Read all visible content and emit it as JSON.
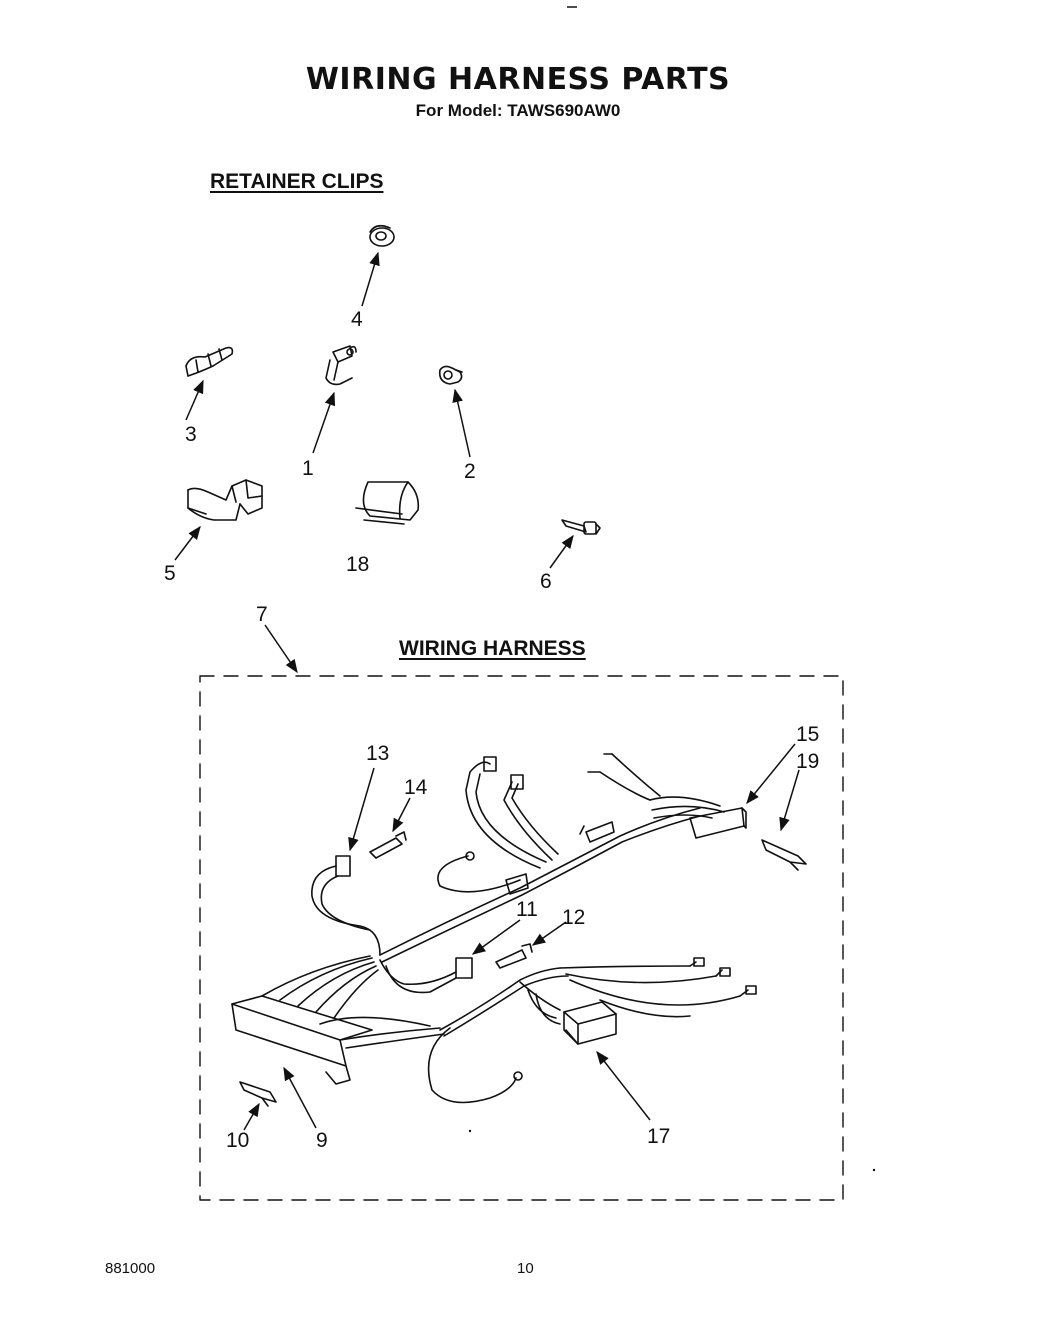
{
  "header": {
    "title": "WIRING HARNESS PARTS",
    "subtitle": "For Model: TAWS690AW0"
  },
  "sections": {
    "retainer_clips": "RETAINER CLIPS",
    "wiring_harness": "WIRING HARNESS"
  },
  "callouts": {
    "c1": "1",
    "c2": "2",
    "c3": "3",
    "c4": "4",
    "c5": "5",
    "c6": "6",
    "c7": "7",
    "c9": "9",
    "c10": "10",
    "c11": "11",
    "c12": "12",
    "c13": "13",
    "c14": "14",
    "c15": "15",
    "c17": "17",
    "c18": "18",
    "c19": "19"
  },
  "footer": {
    "doc_number": "881000",
    "page_number": "10"
  }
}
